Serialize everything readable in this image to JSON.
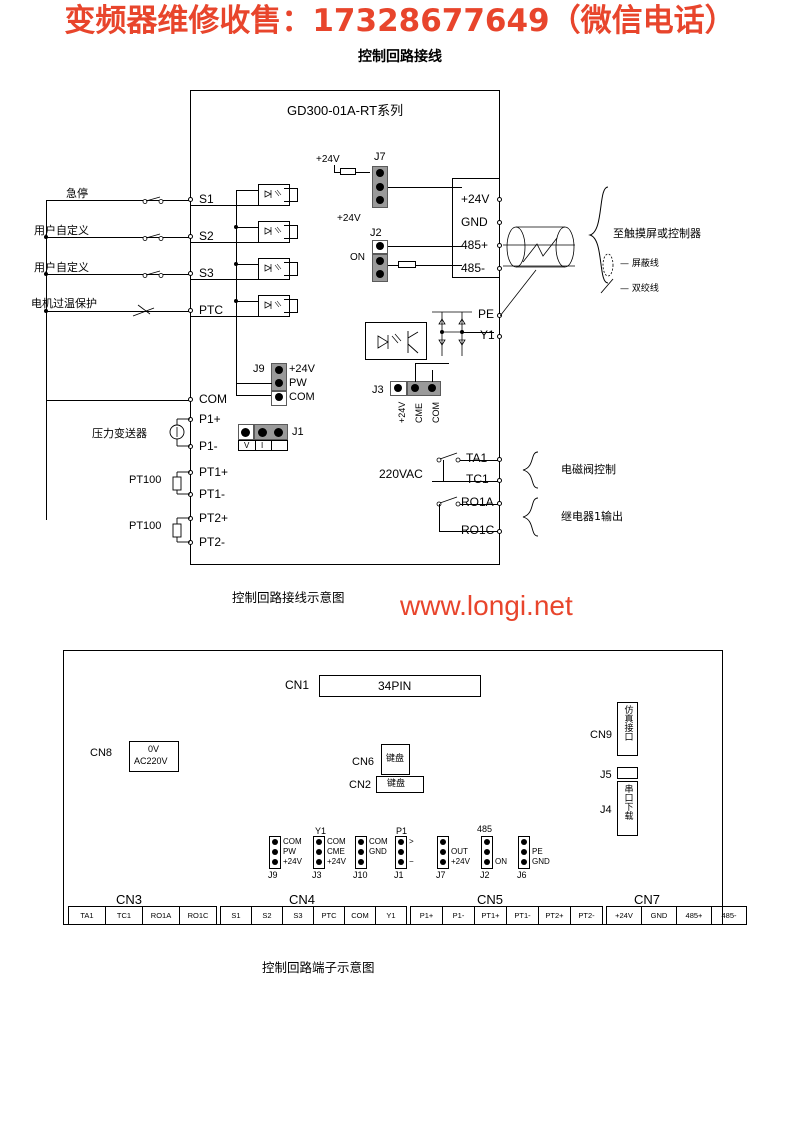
{
  "header": {
    "promo": "变频器维修收售：17328677649（微信电话）",
    "figure_title": "控制回路接线"
  },
  "watermark": "www.longi.net",
  "captions": {
    "top": "控制回路接线示意图",
    "bottom": "控制回路端子示意图"
  },
  "wiring_diagram": {
    "device_title": "GD300-01A-RT系列",
    "left_inputs": [
      {
        "label": "急停",
        "terminal": "S1"
      },
      {
        "label": "用户自定义",
        "terminal": "S2"
      },
      {
        "label": "用户自定义",
        "terminal": "S3"
      },
      {
        "label": "电机过温保护",
        "terminal": "PTC"
      }
    ],
    "com_terminal": "COM",
    "analog_inputs": [
      {
        "source": "压力变送器",
        "terminals": [
          "P1+",
          "P1-"
        ]
      },
      {
        "source": "PT100",
        "terminals": [
          "PT1+",
          "PT1-"
        ]
      },
      {
        "source": "PT100",
        "terminals": [
          "PT2+",
          "PT2-"
        ]
      }
    ],
    "jumpers": {
      "J7": {
        "name": "J7",
        "top_label": "+24V",
        "bottom_label": "+24V"
      },
      "J2": {
        "name": "J2",
        "label": "ON"
      },
      "J9": {
        "name": "J9",
        "pins": [
          "+24V",
          "PW",
          "COM"
        ]
      },
      "J1": {
        "name": "J1",
        "pins": [
          "V",
          "I"
        ]
      },
      "J3": {
        "name": "J3",
        "pins": [
          "+24V",
          "CME",
          "COM"
        ]
      }
    },
    "comm_terminals": [
      "+24V",
      "GND",
      "485+",
      "485-"
    ],
    "comm_note": "至触摸屏或控制器",
    "cable_notes": [
      "— 屏蔽线",
      "— 双绞线"
    ],
    "pe_terminal": "PE",
    "y1_terminal": "Y1",
    "relay_section": {
      "voltage": "220VAC",
      "relay1": {
        "terminals": [
          "TA1",
          "TC1"
        ],
        "note": "电磁阀控制"
      },
      "relay2": {
        "terminals": [
          "RO1A",
          "RO1C"
        ],
        "note": "继电器1输出"
      }
    }
  },
  "board_diagram": {
    "connectors": [
      {
        "name": "CN1",
        "label": "34PIN"
      },
      {
        "name": "CN8",
        "label": "0V\nAC220V",
        "line1": "0V",
        "line2": "AC220V"
      },
      {
        "name": "CN6",
        "label": "键盘"
      },
      {
        "name": "CN2",
        "label": "键盘"
      },
      {
        "name": "CN9",
        "label": "仿真接口"
      },
      {
        "name": "J5",
        "label": ""
      },
      {
        "name": "J4",
        "label": "串口下载"
      }
    ],
    "headers": [
      {
        "name": "J9",
        "title": "",
        "pins": [
          "COM",
          "PW",
          "+24V"
        ]
      },
      {
        "name": "J3",
        "title": "Y1",
        "pins": [
          "COM",
          "CME",
          "+24V"
        ]
      },
      {
        "name": "J10",
        "title": "",
        "pins": [
          "COM",
          "GND",
          ""
        ]
      },
      {
        "name": "J1",
        "title": "P1",
        "pins": [
          ">",
          "",
          "−"
        ]
      },
      {
        "name": "J7",
        "title": "",
        "pins": [
          "",
          "OUT",
          "+24V"
        ]
      },
      {
        "name": "J2",
        "title": "485",
        "pins": [
          "",
          "",
          "ON"
        ]
      },
      {
        "name": "J6",
        "title": "",
        "pins": [
          "",
          "PE",
          "GND"
        ]
      }
    ],
    "group_labels": [
      "CN3",
      "CN4",
      "CN5",
      "CN7"
    ],
    "terminal_strip": [
      {
        "group": "CN3",
        "pins": [
          "TA1",
          "TC1",
          "RO1A",
          "RO1C"
        ]
      },
      {
        "group": "CN4",
        "pins": [
          "S1",
          "S2",
          "S3",
          "PTC",
          "COM",
          "Y1"
        ]
      },
      {
        "group": "CN5",
        "pins": [
          "P1+",
          "P1-",
          "PT1+",
          "PT1-",
          "PT2+",
          "PT2-"
        ]
      },
      {
        "group": "CN7",
        "pins": [
          "+24V",
          "GND",
          "485+",
          "485-"
        ]
      }
    ]
  },
  "colors": {
    "accent": "#E8452C",
    "line": "#000000",
    "jumper": "#9a9a9a"
  }
}
